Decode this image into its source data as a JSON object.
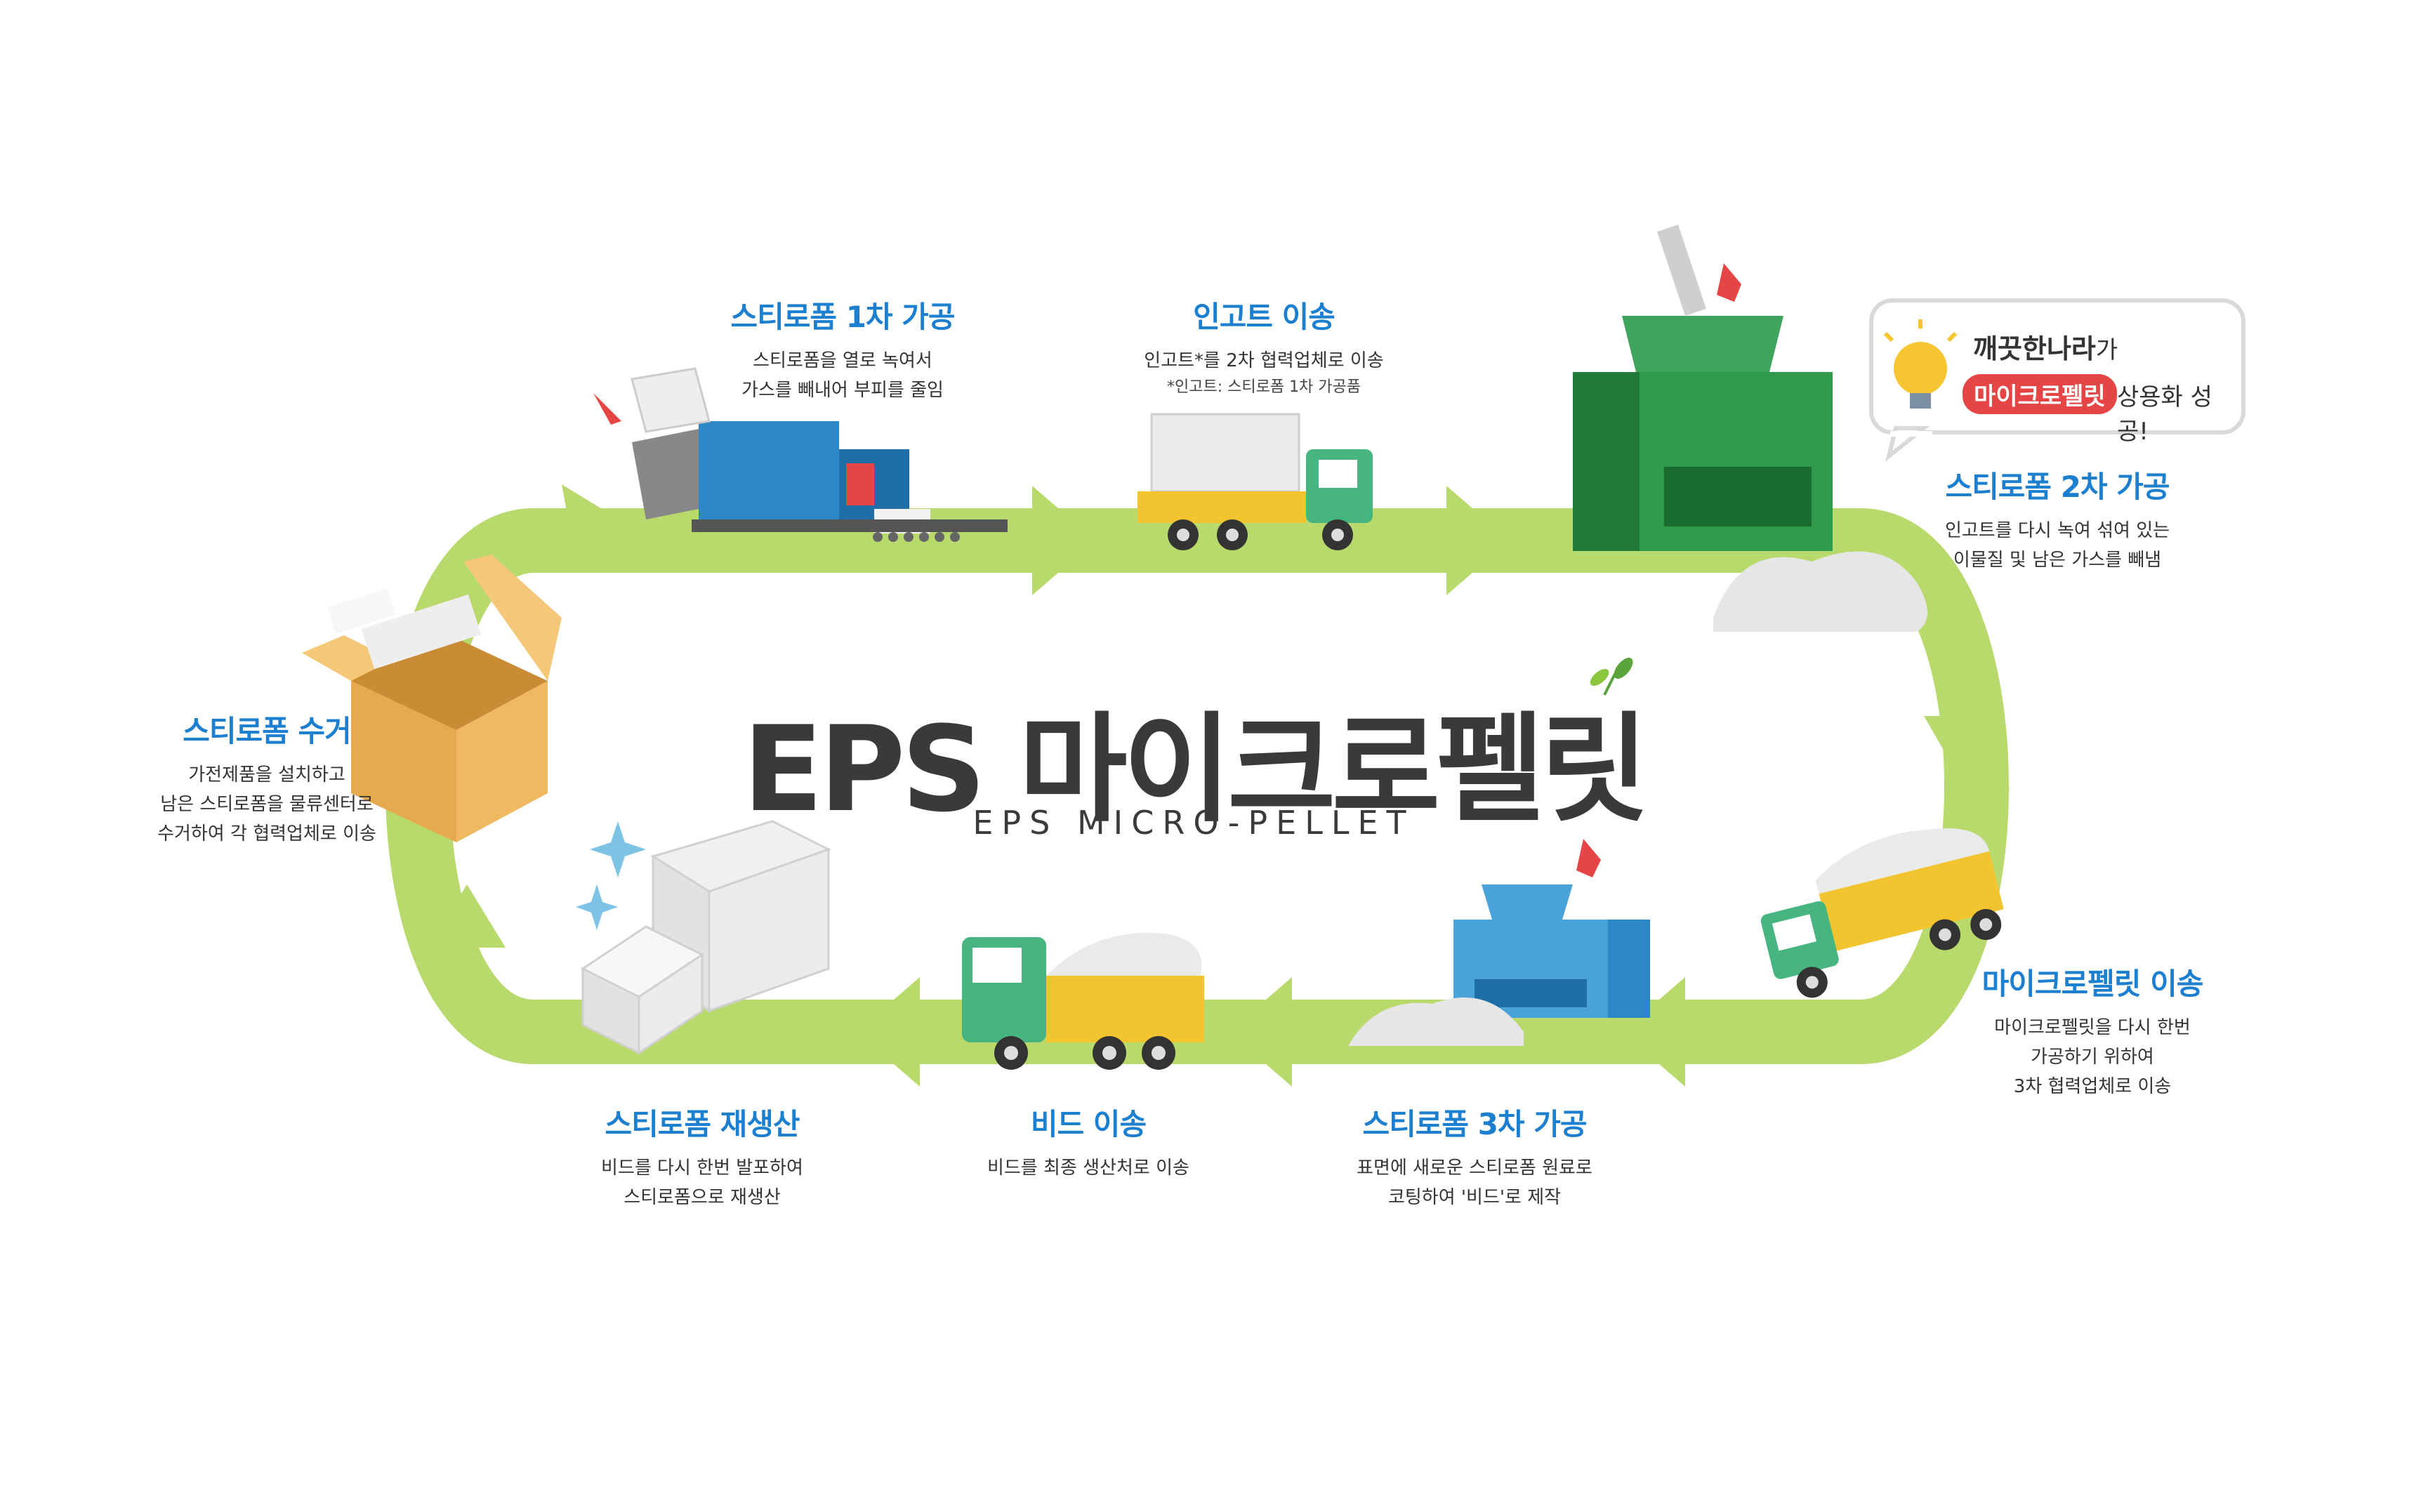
{
  "title": {
    "main": "EPS 마이크로펠릿",
    "subtitle": "EPS MICRO-PELLET"
  },
  "callout": {
    "line1_bold": "깨끗한나라",
    "line1_suffix": "가",
    "highlight": "마이크로펠릿",
    "line2": "상용화 성공!"
  },
  "steps": [
    {
      "id": "collect",
      "title": "스티로폼 수거",
      "desc": [
        "가전제품을 설치하고",
        "남은 스티로폼을 물류센터로",
        "수거하여 각 협력업체로 이송"
      ]
    },
    {
      "id": "process1",
      "title": "스티로폼 1차 가공",
      "desc": [
        "스티로폼을 열로 녹여서",
        "가스를 빼내어 부피를 줄임"
      ]
    },
    {
      "id": "ingot",
      "title": "인고트 이송",
      "desc": [
        "인고트*를 2차 협력업체로 이송"
      ],
      "note": "*인고트: 스티로폼 1차 가공품"
    },
    {
      "id": "process2",
      "title": "스티로폼 2차 가공",
      "desc": [
        "인고트를 다시 녹여 섞여 있는",
        "이물질 및 남은 가스를 빼냄"
      ]
    },
    {
      "id": "pellet",
      "title": "마이크로펠릿 이송",
      "desc": [
        "마이크로펠릿을 다시 한번",
        "가공하기 위하여",
        "3차 협력업체로 이송"
      ]
    },
    {
      "id": "process3",
      "title": "스티로폼 3차 가공",
      "desc": [
        "표면에 새로운 스티로폼 원료로",
        "코팅하여 '비드'로 제작"
      ]
    },
    {
      "id": "bead",
      "title": "비드 이송",
      "desc": [
        "비드를 최종 생산처로 이송"
      ]
    },
    {
      "id": "reproduce",
      "title": "스티로폼 재생산",
      "desc": [
        "비드를 다시 한번 발포하여",
        "스티로폼으로 재생산"
      ]
    }
  ],
  "colors": {
    "loop": "#b8d96b",
    "title_blue": "#1d7fcf",
    "callout_red": "#e64545",
    "truck_green": "#47b57f",
    "cargo_yellow": "#f2c430",
    "machine_green": "#2f9a4a",
    "machine_blue": "#2d86c6"
  }
}
